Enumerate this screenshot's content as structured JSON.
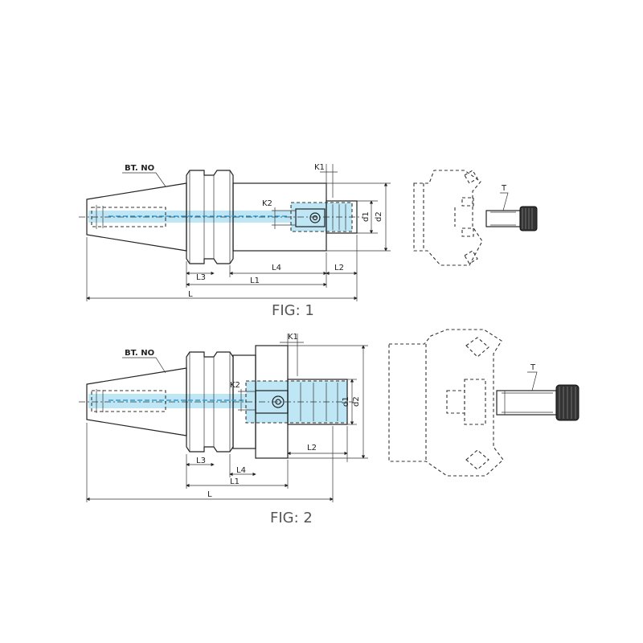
{
  "fig1": {
    "caption": "FIG: 1",
    "labels": {
      "bt": "BT. NO",
      "k1": "K1",
      "k2": "K2",
      "d1": "d1",
      "d2": "d2",
      "l": "L",
      "l1": "L1",
      "l2": "L2",
      "l3": "L3",
      "l4": "L4",
      "t": "T"
    }
  },
  "fig2": {
    "caption": "FIG: 2",
    "labels": {
      "bt": "BT. NO",
      "k1": "K1",
      "k2": "K2",
      "d1": "d1",
      "d2": "d2",
      "l": "L",
      "l1": "L1",
      "l2": "L2",
      "l3": "L3",
      "l4": "L4",
      "t": "T"
    }
  },
  "colors": {
    "bore_fill": "#bfe6f5",
    "coolant_line": "#2b9fd6",
    "outline": "#222222"
  }
}
